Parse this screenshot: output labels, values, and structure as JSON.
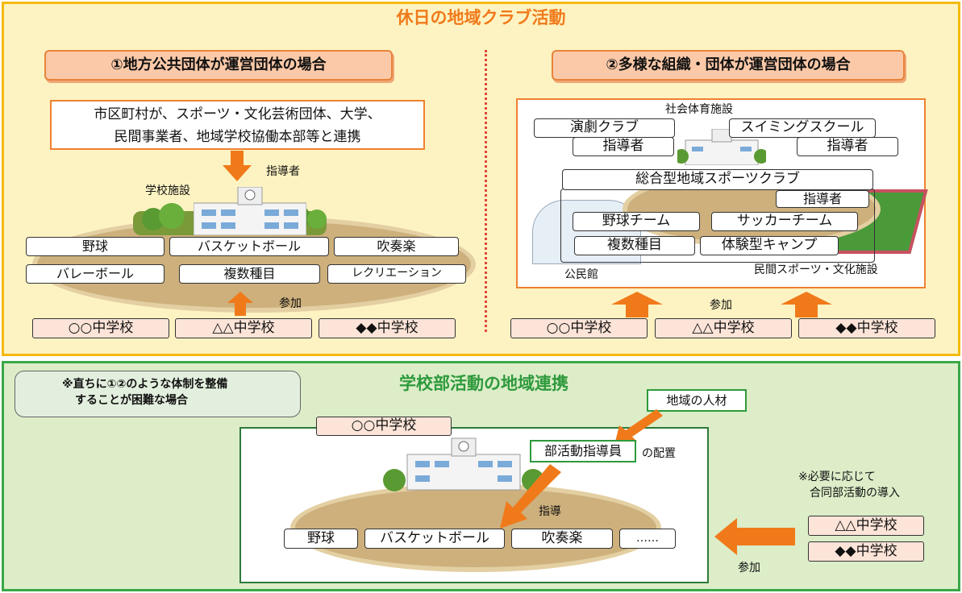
{
  "top": {
    "title": "休日の地域クラブ活動",
    "left": {
      "heading": "①地方公共団体が運営団体の場合",
      "info_line1": "市区町村が、スポーツ・文化芸術団体、大学、",
      "info_line2": "民間事業者、地域学校協働本部等と連携",
      "instructor": "指導者",
      "facility": "学校施設",
      "activities": [
        "野球",
        "バスケットボール",
        "吹奏楽",
        "バレーボール",
        "複数種目",
        "レクリエーション"
      ],
      "participation": "参加",
      "schools": [
        "○○中学校",
        "△△中学校",
        "◆◆中学校"
      ]
    },
    "right": {
      "heading": "②多様な組織・団体が運営団体の場合",
      "social_facility": "社会体育施設",
      "drama_club": "演劇クラブ",
      "swimming_school": "スイミングスクール",
      "instructor_a": "指導者",
      "instructor_b": "指導者",
      "sports_club": "総合型地域スポーツクラブ",
      "instructor_c": "指導者",
      "teams": [
        "野球チーム",
        "サッカーチーム",
        "複数種目",
        "体験型キャンプ"
      ],
      "community_center": "公民館",
      "private_facility": "民間スポーツ・文化施設",
      "participation": "参加",
      "schools": [
        "○○中学校",
        "△△中学校",
        "◆◆中学校"
      ]
    }
  },
  "bottom": {
    "title": "学校部活動の地域連携",
    "note_line1": "※直ちに①②のような体制を整備",
    "note_line2": "することが困難な場合",
    "school": "○○中学校",
    "local_talent": "地域の人材",
    "club_instructor": "部活動指導員",
    "placement": "の配置",
    "guidance": "指導",
    "activities": [
      "野球",
      "バスケットボール",
      "吹奏楽",
      "……"
    ],
    "joint_note_line1": "※必要に応じて",
    "joint_note_line2": "合同部活動の導入",
    "other_schools": [
      "△△中学校",
      "◆◆中学校"
    ],
    "participation": "参加"
  }
}
